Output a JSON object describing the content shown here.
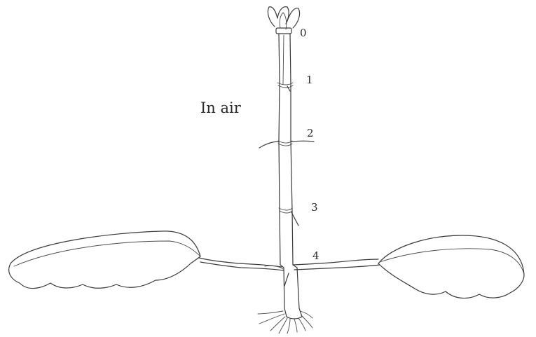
{
  "caption": "In air",
  "node_labels": [
    "0",
    "1",
    "2",
    "3",
    "4"
  ]
}
